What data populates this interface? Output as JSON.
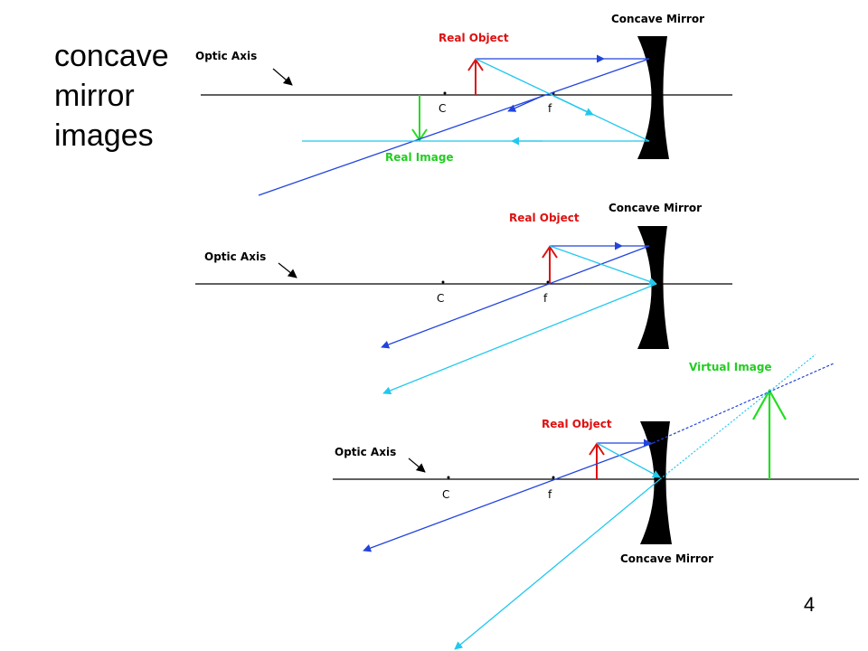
{
  "slide": {
    "title": "concave mirror images",
    "page_number": "4"
  },
  "colors": {
    "object": "#dd1111",
    "image": "#22dd22",
    "ray_dark": "#2244dd",
    "ray_light": "#22c8ee",
    "mirror": "#000000",
    "axis": "#000000"
  },
  "diagrams": [
    {
      "optic_axis_label": "Optic Axis",
      "mirror_label": "Concave Mirror",
      "object_label": "Real Object",
      "image_label": "Real Image",
      "center_label": "C",
      "focal_label": "f"
    },
    {
      "optic_axis_label": "Optic Axis",
      "mirror_label": "Concave Mirror",
      "object_label": "Real Object",
      "center_label": "C",
      "focal_label": "f"
    },
    {
      "optic_axis_label": "Optic Axis",
      "mirror_label": "Concave Mirror",
      "object_label": "Real Object",
      "image_label": "Virtual Image",
      "center_label": "C",
      "focal_label": "f"
    }
  ]
}
